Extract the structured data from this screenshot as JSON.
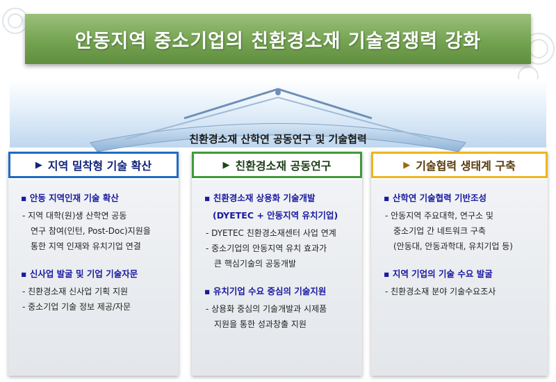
{
  "title": "안동지역 중소기업의 친환경소재 기술경쟁력 강화",
  "canopy_label": "친환경소재 산학연 공동연구 및 기술협력",
  "columns": [
    {
      "heading": "지역 밀착형 기술 확산",
      "sections": [
        {
          "title": "▪ 안동 지역인재 기술 확산",
          "lines": [
            "- 지역 대학(원)생 산학연 공동",
            "연구 참여(인턴, Post-Doc)지원을",
            "통한 지역 인재와 유치기업 연결"
          ]
        },
        {
          "title": "▪ 신사업 발굴 및 기업 기술자문",
          "lines": [
            "- 친환경소재 신사업 기획 지원",
            "- 중소기업 기술 정보 제공/자문"
          ]
        }
      ]
    },
    {
      "heading": "친환경소재 공동연구",
      "sections": [
        {
          "title": "▪ 친환경소재 상용화 기술개발",
          "title2": "(DYETEC + 안동지역 유치기업)",
          "lines": [
            "- DYETEC 친환경소재센터 사업 연계",
            "- 중소기업의 안동지역 유치 효과가",
            "큰 핵심기술의 공동개발"
          ]
        },
        {
          "title": "▪ 유치기업 수요 중심의 기술지원",
          "lines": [
            "- 상용화 중심의 기술개발과 시제품",
            "지원을 통한 성과창출 지원"
          ]
        }
      ]
    },
    {
      "heading": "기술협력 생태계 구축",
      "sections": [
        {
          "title": "▪ 산학연 기술협력 기반조성",
          "lines": [
            "- 안동지역 주요대학, 연구소 및",
            "중소기업 간 네트워크 구축",
            "(안동대, 안동과학대, 유치기업 등)"
          ]
        },
        {
          "title": "▪ 지역 기업의 기술 수요 발굴",
          "lines": [
            "- 친환경소재 분야 기술수요조사"
          ]
        }
      ]
    }
  ],
  "colors": {
    "title_green": "#74a351",
    "col1_border": "#1d6cc4",
    "col2_border": "#3f9a3a",
    "col3_border": "#efb51d",
    "section_title": "#1a1aa0"
  }
}
